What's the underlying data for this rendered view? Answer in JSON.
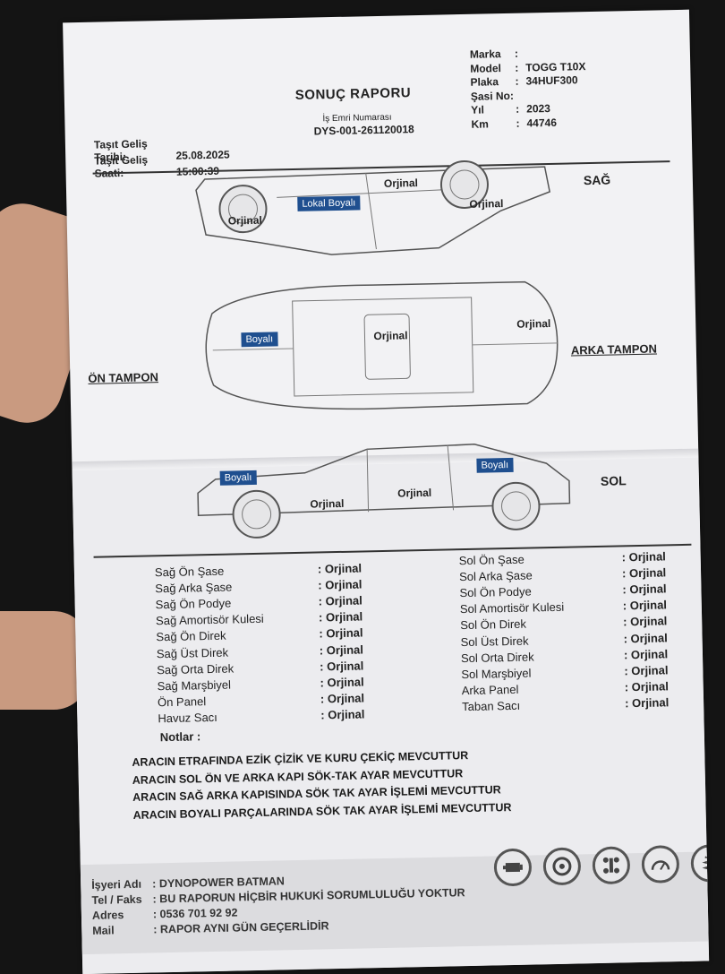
{
  "report": {
    "title": "SONUÇ RAPORU",
    "work_order_label": "İş Emri Numarası",
    "work_order_no": "DYS-001-261120018",
    "arrival_date_label": "Taşıt Geliş Tarihi:",
    "arrival_date": "25.08.2025",
    "arrival_time_label": "Taşıt Geliş Saati:",
    "arrival_time": "15:00:39"
  },
  "vehicle": [
    {
      "label": "Marka",
      "value": ""
    },
    {
      "label": "Model",
      "value": "TOGG T10X"
    },
    {
      "label": "Plaka",
      "value": "34HUF300"
    },
    {
      "label": "Şasi No:",
      "value": ""
    },
    {
      "label": "Yıl",
      "value": "2023"
    },
    {
      "label": "Km",
      "value": "44746"
    }
  ],
  "sides": {
    "right": "SAĞ",
    "left": "SOL",
    "front": "ÖN TAMPON",
    "rear": "ARKA TAMPON"
  },
  "diagram_tags": {
    "right_local": "Lokal Boyalı",
    "right_orj1": "Orjinal",
    "right_orj2": "Orjinal",
    "right_orj3": "Orjinal",
    "top_boyali": "Boyalı",
    "top_orj1": "Orjinal",
    "top_orj2": "Orjinal",
    "left_boyali1": "Boyalı",
    "left_boyali2": "Boyalı",
    "left_orj1": "Orjinal",
    "left_orj2": "Orjinal"
  },
  "right_list": [
    {
      "name": "Sağ Ön Şase",
      "value": ": Orjinal"
    },
    {
      "name": "Sağ Arka Şase",
      "value": ": Orjinal"
    },
    {
      "name": "Sağ Ön Podye",
      "value": ": Orjinal"
    },
    {
      "name": "Sağ Amortisör Kulesi",
      "value": ": Orjinal"
    },
    {
      "name": "Sağ Ön Direk",
      "value": ": Orjinal"
    },
    {
      "name": "Sağ Üst Direk",
      "value": ": Orjinal"
    },
    {
      "name": "Sağ Orta Direk",
      "value": ": Orjinal"
    },
    {
      "name": "Sağ Marşbiyel",
      "value": ": Orjinal"
    },
    {
      "name": "Ön Panel",
      "value": ": Orjinal"
    },
    {
      "name": "Havuz Sacı",
      "value": ": Orjinal"
    }
  ],
  "left_list": [
    {
      "name": "Sol Ön Şase",
      "value": ": Orjinal"
    },
    {
      "name": "Sol Arka Şase",
      "value": ": Orjinal"
    },
    {
      "name": "Sol Ön Podye",
      "value": ": Orjinal"
    },
    {
      "name": "Sol Amortisör Kulesi",
      "value": ": Orjinal"
    },
    {
      "name": "Sol Ön Direk",
      "value": ": Orjinal"
    },
    {
      "name": "Sol Üst Direk",
      "value": ": Orjinal"
    },
    {
      "name": "Sol Orta Direk",
      "value": ": Orjinal"
    },
    {
      "name": "Sol Marşbiyel",
      "value": ": Orjinal"
    },
    {
      "name": "Arka Panel",
      "value": ": Orjinal"
    },
    {
      "name": "Taban Sacı",
      "value": ": Orjinal"
    }
  ],
  "notes_label": "Notlar :",
  "notes": [
    "ARACIN ETRAFINDA EZİK ÇİZİK VE KURU ÇEKİÇ MEVCUTTUR",
    "ARACIN SOL ÖN VE ARKA KAPI SÖK-TAK AYAR MEVCUTTUR",
    "ARACIN SAĞ ARKA KAPISINDA SÖK TAK AYAR İŞLEMİ MEVCUTTUR",
    "ARACIN BOYALI PARÇALARINDA SÖK TAK  AYAR İŞLEMİ MEVCUTTUR"
  ],
  "footer": [
    {
      "label": "İşyeri Adı",
      "value": ": DYNOPOWER BATMAN"
    },
    {
      "label": "Tel / Faks",
      "value": ": BU RAPORUN HİÇBİR HUKUKİ SORUMLULUĞU YOKTUR"
    },
    {
      "label": "Adres",
      "value": ": 0536 701 92 92"
    },
    {
      "label": "Mail",
      "value": ": RAPOR AYNI GÜN GEÇERLİDİR"
    }
  ],
  "icons": [
    "engine-icon",
    "brake-disc-icon",
    "suspension-icon",
    "speedometer-icon",
    "shock-absorber-icon"
  ],
  "colors": {
    "tag_blue": "#1f4f8f"
  }
}
